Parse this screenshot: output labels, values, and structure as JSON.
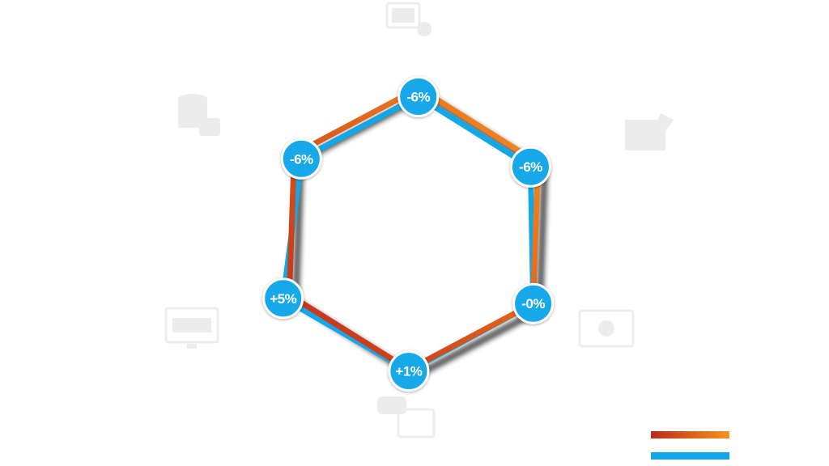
{
  "chart_data": {
    "type": "radar",
    "axes": [
      {
        "label": "-6%",
        "icon": "video-settings-icon"
      },
      {
        "label": "-6%",
        "icon": "image-edit-icon"
      },
      {
        "label": "-0%",
        "icon": "video-play-icon"
      },
      {
        "label": "+1%",
        "icon": "vr-4k-icon"
      },
      {
        "label": "+5%",
        "icon": "1080p-display-icon"
      },
      {
        "label": "-6%",
        "icon": "database-lock-icon"
      }
    ],
    "series": [
      {
        "color_start": "#c0281c",
        "color_end": "#f7931e",
        "values": [
          1.0,
          1.0,
          1.0,
          1.0,
          1.0,
          1.0
        ]
      },
      {
        "color_start": "#12a8e8",
        "color_end": "#12a8e8",
        "values": [
          0.94,
          0.94,
          1.0,
          1.01,
          1.05,
          0.94
        ]
      }
    ],
    "legend_position": "bottom-right"
  },
  "colors": {
    "bubble": "#12a8e8",
    "shadow": "#1a1a1a",
    "icon_faded": "#000000"
  }
}
